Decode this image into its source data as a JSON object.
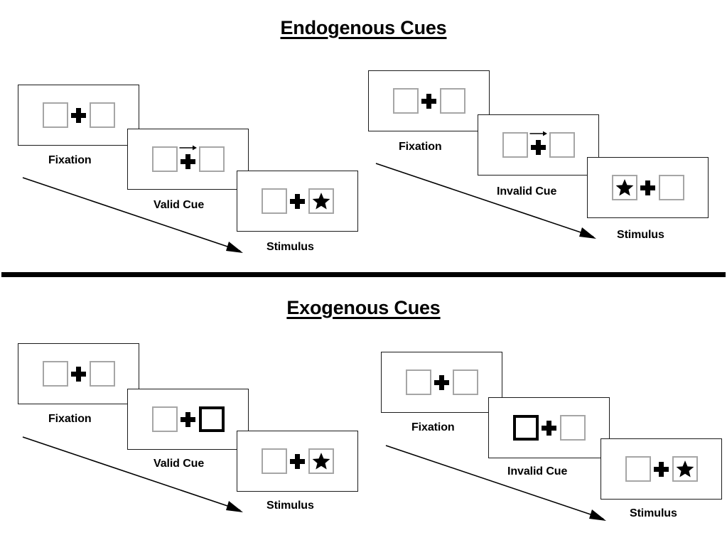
{
  "sections": [
    {
      "id": "endogenous",
      "title": "Endogenous Cues",
      "columns": [
        {
          "id": "endogenous-valid",
          "cue_type": "arrow",
          "frames": [
            {
              "caption": "Fixation",
              "left_box": "empty",
              "right_box": "empty",
              "cue": "none"
            },
            {
              "caption": "Valid Cue",
              "left_box": "empty",
              "right_box": "empty",
              "cue": "arrow-right"
            },
            {
              "caption": "Stimulus",
              "left_box": "empty",
              "right_box": "star",
              "cue": "none"
            }
          ]
        },
        {
          "id": "endogenous-invalid",
          "cue_type": "arrow",
          "frames": [
            {
              "caption": "Fixation",
              "left_box": "empty",
              "right_box": "empty",
              "cue": "none"
            },
            {
              "caption": "Invalid Cue",
              "left_box": "empty",
              "right_box": "empty",
              "cue": "arrow-right"
            },
            {
              "caption": "Stimulus",
              "left_box": "star",
              "right_box": "empty",
              "cue": "none"
            }
          ]
        }
      ]
    },
    {
      "id": "exogenous",
      "title": "Exogenous Cues",
      "columns": [
        {
          "id": "exogenous-valid",
          "cue_type": "box-highlight",
          "frames": [
            {
              "caption": "Fixation",
              "left_box": "empty",
              "right_box": "empty",
              "cue": "none"
            },
            {
              "caption": "Valid Cue",
              "left_box": "empty",
              "right_box": "cued",
              "cue": "none"
            },
            {
              "caption": "Stimulus",
              "left_box": "empty",
              "right_box": "star",
              "cue": "none"
            }
          ]
        },
        {
          "id": "exogenous-invalid",
          "cue_type": "box-highlight",
          "frames": [
            {
              "caption": "Fixation",
              "left_box": "empty",
              "right_box": "empty",
              "cue": "none"
            },
            {
              "caption": "Invalid Cue",
              "left_box": "cued",
              "right_box": "empty",
              "cue": "none"
            },
            {
              "caption": "Stimulus",
              "left_box": "empty",
              "right_box": "star",
              "cue": "none"
            }
          ]
        }
      ]
    }
  ],
  "colors": {
    "background": "#ffffff",
    "frame_border": "#1a1a1a",
    "box_border": "#a6a6a6",
    "cued_box_border": "#000000",
    "ink": "#000000",
    "divider": "#000000"
  }
}
